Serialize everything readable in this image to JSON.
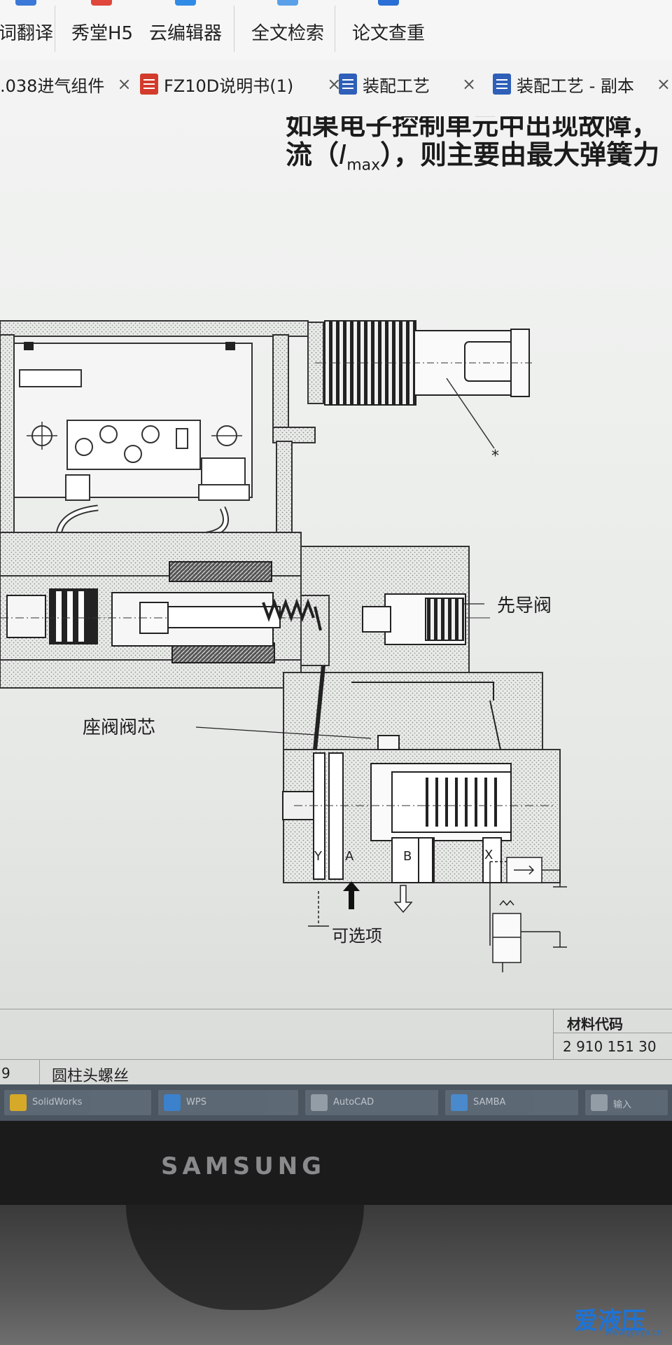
{
  "ribbon": {
    "items": [
      {
        "label": "词翻译",
        "icon": "translate-icon",
        "color": "#3b78d8"
      },
      {
        "label": "秀堂H5",
        "icon": "h5-icon",
        "color": "#e0463c"
      },
      {
        "label": "云编辑器",
        "icon": "cloud-editor-icon",
        "color": "#2f8be6"
      },
      {
        "label": "全文检索",
        "icon": "search-icon",
        "color": "#5aa0e8"
      },
      {
        "label": "论文查重",
        "icon": "plagiarism-check-icon",
        "color": "#2a6fd6"
      }
    ]
  },
  "tabs": [
    {
      "label": ".038进气组件",
      "close": "×"
    },
    {
      "label": "FZ10D说明书(1)",
      "close": "×",
      "type": "pdf"
    },
    {
      "label": "装配工艺",
      "close": "×",
      "type": "doc"
    },
    {
      "label": "装配工艺 - 副本",
      "close": "×",
      "type": "doc"
    }
  ],
  "document": {
    "line1": "如果电子控制单元中出现故障，",
    "line2_pre": "流（",
    "line2_var": "I",
    "line2_sub": "max",
    "line2_post": "），则主要由最大弹簧力"
  },
  "diagram": {
    "label_pilot": "先导阀",
    "label_seat": "座阀阀芯",
    "label_option": "可选项",
    "asterisk": "*",
    "ports": {
      "y": "Y",
      "a": "A",
      "b": "B",
      "x": "X"
    }
  },
  "table": {
    "header": "材料代码",
    "code": "2 910 151 30",
    "row_num": "9",
    "row_name": "圆柱头螺丝"
  },
  "taskbar": {
    "items": [
      {
        "label": "SolidWorks",
        "color": "#e6b422"
      },
      {
        "label": "WPS",
        "color": "#3a86d8"
      },
      {
        "label": "AutoCAD",
        "color": "#9aa5ae"
      },
      {
        "label": "SAMBA",
        "color": "#4a8fd8"
      },
      {
        "label": "输入",
        "color": "#9aa5ae"
      }
    ]
  },
  "monitor": {
    "brand": "SAMSUNG"
  },
  "watermark": {
    "main": "爱液压",
    "sub": "www.jyeya.cn"
  }
}
